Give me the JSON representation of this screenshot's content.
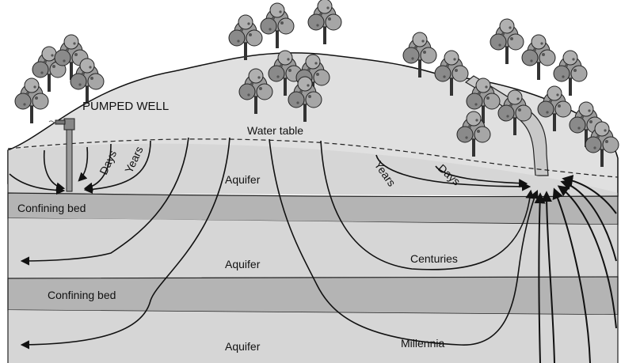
{
  "labels": {
    "pumped_well": "PUMPED WELL",
    "water_table": "Water table",
    "days_left": "Days",
    "years_left": "Years",
    "years_right": "Years",
    "days_right": "Days",
    "aquifer_top": "Aquifer",
    "confining_bed_top": "Confining bed",
    "aquifer_middle": "Aquifer",
    "centuries": "Centuries",
    "confining_bed_bottom": "Confining bed",
    "aquifer_bottom": "Aquifer",
    "millennia": "Millennia"
  },
  "colors": {
    "ground_surface": "#e0e0e0",
    "aquifer": "#d6d6d6",
    "confining_bed": "#b4b4b4",
    "stream": "#c8c8c8",
    "tree_canopy": "#9a9a9a",
    "flow_line": "#111111"
  }
}
